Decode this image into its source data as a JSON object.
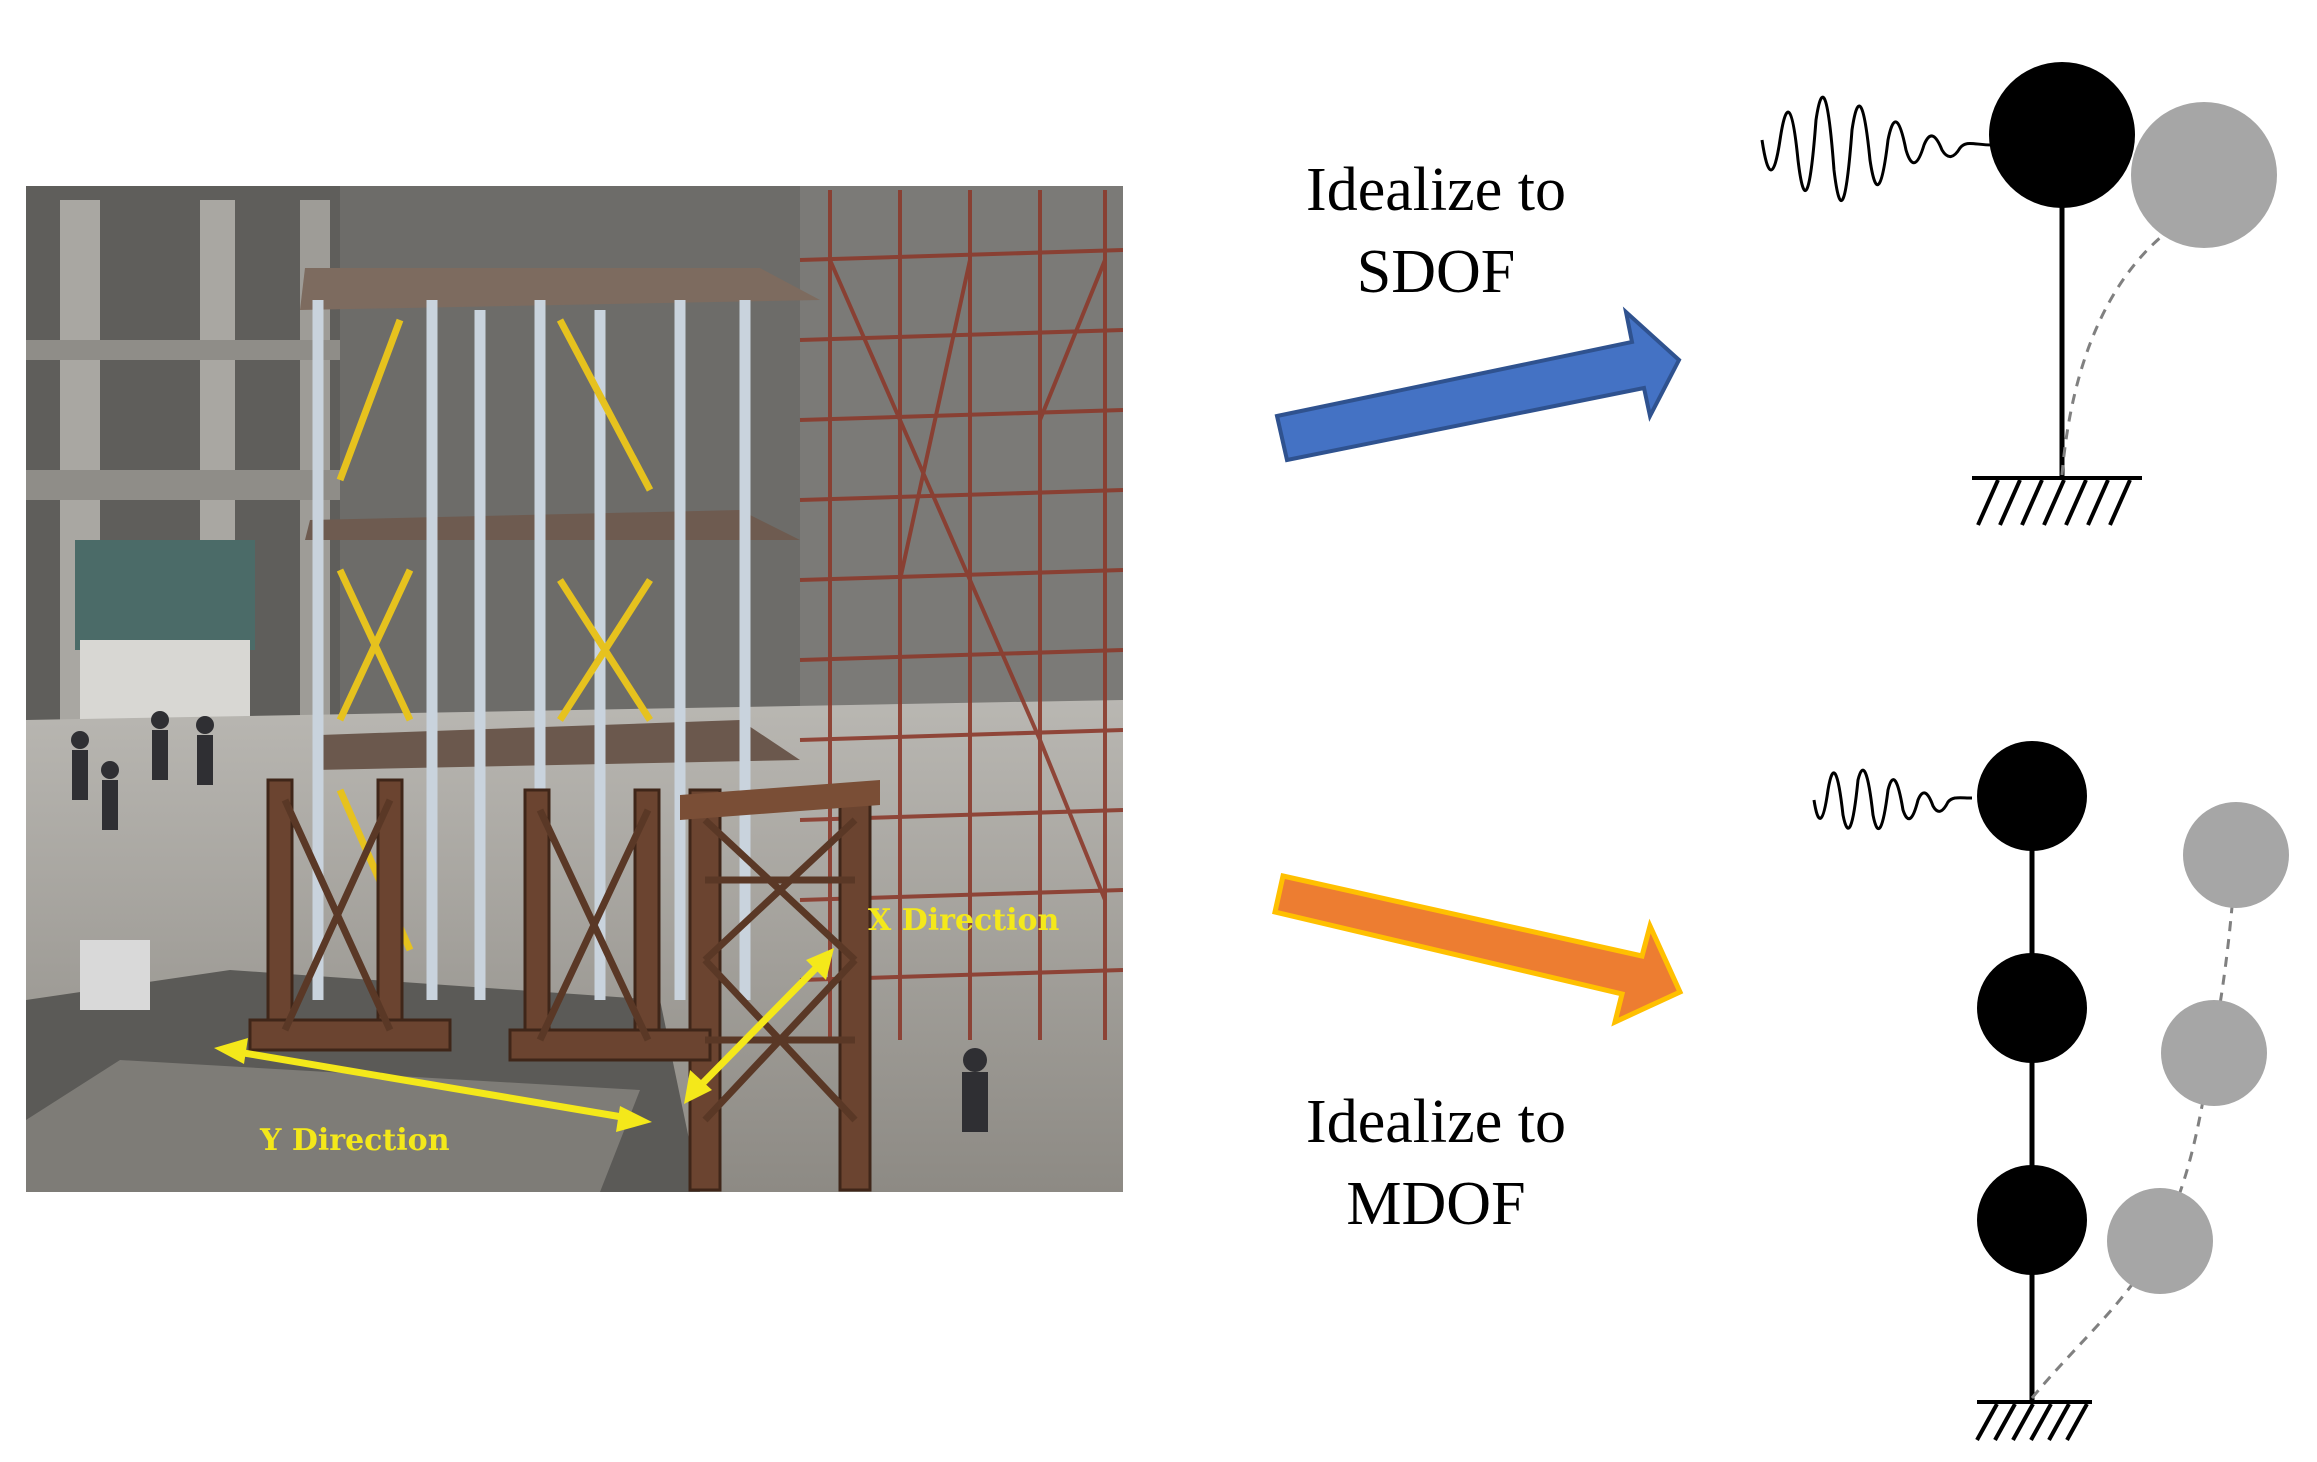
{
  "photo": {
    "x_direction_label": "X Direction",
    "y_direction_label": "Y Direction"
  },
  "sdof": {
    "label_line1": "Idealize to",
    "label_line2": "SDOF",
    "arrow_color": "#4472c4",
    "arrow_stroke": "#2f528f"
  },
  "mdof": {
    "label_line1": "Idealize to",
    "label_line2": "MDOF",
    "arrow_color": "#ed7d31",
    "arrow_stroke": "#ffc000"
  },
  "colors": {
    "mass": "#000000",
    "deformed_mass": "#a6a6a6",
    "annotation_yellow": "#f4e81a"
  }
}
